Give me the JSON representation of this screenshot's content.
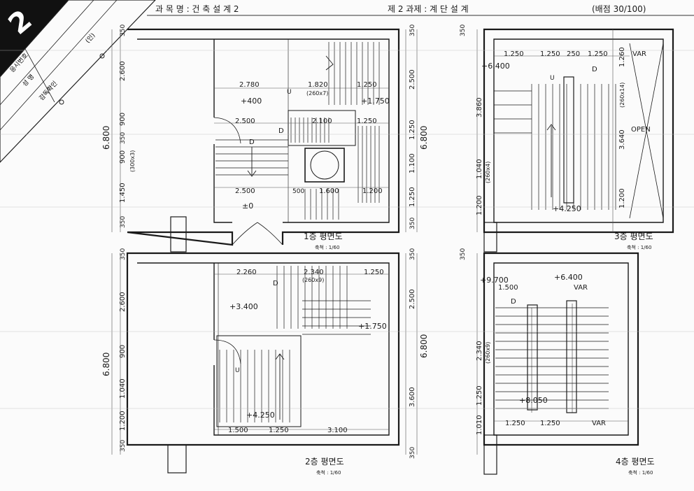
{
  "header": {
    "course": "과 목 명 : 건 축 설 계 2",
    "assignment": "제 2 과제 : 계 단 설 계",
    "score": "(배점    30/100)"
  },
  "badge": {
    "number": "2"
  },
  "stamp": {
    "exam_no_label": "응시번호",
    "name_label": "성    명",
    "supervisor_label": "감독확인",
    "seal_label": "(인)"
  },
  "plans": {
    "p1": {
      "title": "1층  평면도",
      "scale": "축척 : 1/60"
    },
    "p2": {
      "title": "2층  평면도",
      "scale": "축척 : 1/60"
    },
    "p3": {
      "title": "3층  평면도",
      "scale": "축척 : 1/60"
    },
    "p4": {
      "title": "4층  평면도",
      "scale": "축척 : 1/60"
    }
  },
  "dims": {
    "p1_left": [
      "350",
      "2.600",
      "900",
      "350",
      "900",
      "(300x3)",
      "1.450",
      "350"
    ],
    "p1_left_total": "6.800",
    "p1_right": [
      "350",
      "2.500",
      "1.250",
      "1.100",
      "1.250",
      "350"
    ],
    "p1_right_total": "6.800",
    "p1_h1": [
      "2.780",
      "1.820",
      "(260x7)",
      "1.250"
    ],
    "p1_h2": [
      "2.500",
      "2.100",
      "1.250"
    ],
    "p1_h3": [
      "2.500",
      "500",
      "1.600",
      "1.200"
    ],
    "p1_levels": [
      "+400",
      "+1.750",
      "±0"
    ],
    "p2_left": [
      "350",
      "2.600",
      "900",
      "1.040",
      "1.200",
      "350"
    ],
    "p2_left_total": "6.800",
    "p2_right": [
      "350",
      "2.500",
      "3.600",
      "350"
    ],
    "p2_right_total": "6.800",
    "p2_h1": [
      "2.260",
      "2.340",
      "(260x9)",
      "1.250"
    ],
    "p2_h2": [
      "1.500",
      "1.250",
      "3.100"
    ],
    "p2_levels": [
      "+3.400",
      "+1.750",
      "+4.250"
    ],
    "p3_left": [
      "350",
      "3.860",
      "1.040",
      "(260x4)",
      "1.200"
    ],
    "p3_right": [
      "1.260",
      "3.640",
      "(260x14)",
      "1.200"
    ],
    "p3_h1": [
      "1.250",
      "1.250",
      "250",
      "1.250"
    ],
    "p3_levels": [
      "+6.400",
      "+4.250"
    ],
    "p4_left": [
      "2.340",
      "(260x9)",
      "1.250",
      "1.010"
    ],
    "p4_h1": [
      "1.500"
    ],
    "p4_h2": [
      "1.250",
      "1.250"
    ],
    "p4_levels": [
      "+9.700",
      "+6.400",
      "+8.050"
    ],
    "marks": {
      "up": "U",
      "down": "D",
      "var": "VAR",
      "open": "OPEN"
    }
  }
}
